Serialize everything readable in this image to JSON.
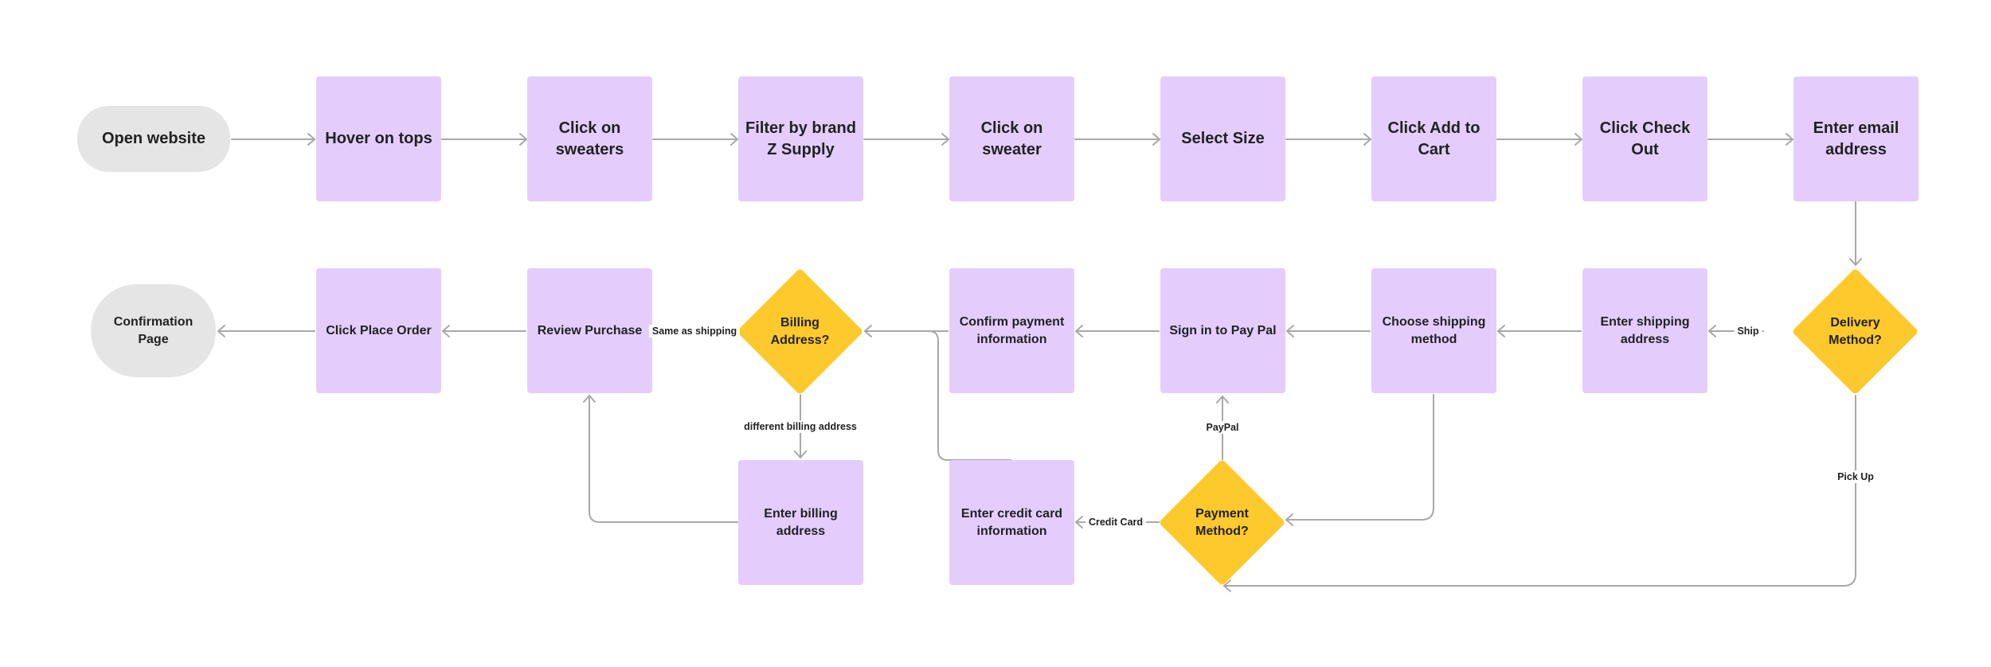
{
  "nodes": {
    "open_website": "Open website",
    "hover_tops": "Hover on tops",
    "click_sweaters": "Click on\nsweaters",
    "filter_brand": "Filter by brand\nZ Supply",
    "click_sweater": "Click on\nsweater",
    "select_size": "Select Size",
    "add_to_cart": "Click Add to\nCart",
    "check_out": "Click Check\nOut",
    "enter_email": "Enter email\naddress",
    "delivery_method": "Delivery\nMethod?",
    "enter_shipping": "Enter shipping\naddress",
    "choose_shipping": "Choose shipping\nmethod",
    "sign_in_paypal": "Sign in to Pay Pal",
    "confirm_payment": "Confirm payment\ninformation",
    "billing_address": "Billing\nAddress?",
    "review_purchase": "Review Purchase",
    "place_order": "Click Place Order",
    "confirmation": "Confirmation\nPage",
    "enter_billing": "Enter billing\naddress",
    "enter_credit_card": "Enter credit card\ninformation",
    "payment_method": "Payment\nMethod?"
  },
  "edge_labels": {
    "ship": "Ship",
    "pick_up": "Pick Up",
    "paypal": "PayPal",
    "credit_card": "Credit Card",
    "same_as_shipping": "Same as shipping",
    "different_billing": "different billing address"
  },
  "colors": {
    "process": "#e4cdfd",
    "decision": "#fdc92c",
    "terminal": "#e5e5e5",
    "connector": "#a8a8a8"
  }
}
